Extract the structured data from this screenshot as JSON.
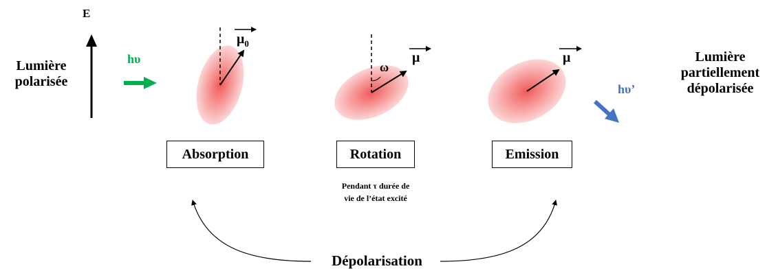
{
  "left": {
    "field_label": "E",
    "incident_label_line1": "Lumière",
    "incident_label_line2": "polarisée",
    "photon_in": "hυ"
  },
  "right": {
    "outgoing_label_line1": "Lumière",
    "outgoing_label_line2": "partiellement",
    "outgoing_label_line3": "dépolarisée",
    "photon_out": "hυ’"
  },
  "stages": {
    "absorption": {
      "box_label": "Absorption",
      "vector": "μ",
      "vector_sub": "0"
    },
    "rotation": {
      "box_label": "Rotation",
      "vector": "μ",
      "angle": "ω",
      "note_line1": "Pendant τ durée de",
      "note_line2": "vie de l’état excité"
    },
    "emission": {
      "box_label": "Emission",
      "vector": "μ"
    }
  },
  "bottom_label": "Dépolarisation",
  "colors": {
    "green": "#00b050",
    "blue": "#4472c4",
    "ellipse_core": "#f05a5a",
    "ellipse_edge": "#fcd6d6"
  }
}
